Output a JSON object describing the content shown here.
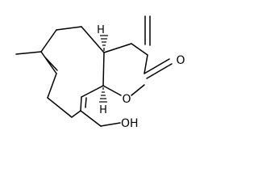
{
  "molecule": {
    "atom_labels": {
      "ring_oxygen": "O",
      "carbonyl_oxygen": "O",
      "hydroxyl": "OH",
      "stereo_h_top": "H",
      "stereo_h_bottom": "H"
    }
  }
}
